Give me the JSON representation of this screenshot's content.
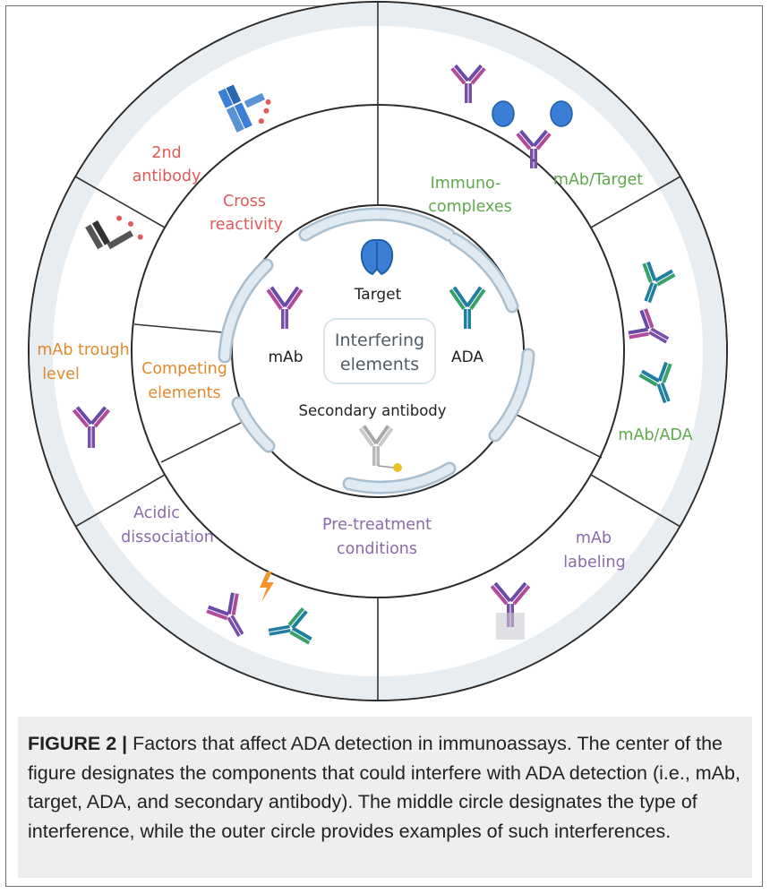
{
  "center": {
    "title_line1": "Interfering",
    "title_line2": "elements",
    "components": {
      "target": "Target",
      "mab": "mAb",
      "ada": "ADA",
      "secondary": "Secondary antibody"
    }
  },
  "middle_ring": {
    "cross_reactivity": [
      "Cross",
      "reactivity"
    ],
    "immunocomplexes": [
      "Immuno-",
      "complexes"
    ],
    "competing_elements": [
      "Competing",
      "elements"
    ],
    "pretreatment_conditions": [
      "Pre-treatment",
      "conditions"
    ]
  },
  "outer_ring": {
    "second_antibody": [
      "2nd",
      "antibody"
    ],
    "mab_target": "mAb/Target",
    "mab_ada": "mAb/ADA",
    "mab_trough_level": [
      "mAb trough",
      "level"
    ],
    "acidic_dissociation": [
      "Acidic",
      "dissociation"
    ],
    "mab_labeling": [
      "mAb",
      "labeling"
    ]
  },
  "caption": {
    "label": "FIGURE 2 |",
    "text": " Factors that affect ADA detection in immunoassays. The center of the figure designates the components that could interfere with ADA detection (i.e., mAb, target, ADA, and secondary antibody). The middle circle designates the type of interference, while the outer circle provides examples of such interferences."
  },
  "colors": {
    "red": "#e05a5a",
    "green": "#5fa84a",
    "orange": "#e08a2e",
    "purple": "#8a6aaa",
    "ring_band": "#e8edf1",
    "arc": "#d6e4ee",
    "target_blue": "#3a7fd5"
  }
}
